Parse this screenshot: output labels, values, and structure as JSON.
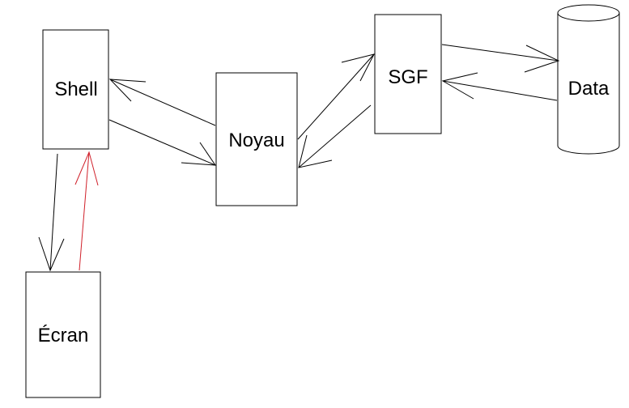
{
  "nodes": {
    "shell": {
      "label": "Shell"
    },
    "noyau": {
      "label": "Noyau"
    },
    "sgf": {
      "label": "SGF"
    },
    "data": {
      "label": "Data"
    },
    "ecran": {
      "label": "Écran"
    }
  },
  "edges": [
    {
      "from": "shell",
      "to": "noyau",
      "color": "#000000"
    },
    {
      "from": "noyau",
      "to": "shell",
      "color": "#000000"
    },
    {
      "from": "noyau",
      "to": "sgf",
      "color": "#000000"
    },
    {
      "from": "sgf",
      "to": "noyau",
      "color": "#000000"
    },
    {
      "from": "sgf",
      "to": "data",
      "color": "#000000"
    },
    {
      "from": "data",
      "to": "sgf",
      "color": "#000000"
    },
    {
      "from": "shell",
      "to": "ecran",
      "color": "#000000"
    },
    {
      "from": "ecran",
      "to": "shell",
      "color": "#d0202a"
    }
  ]
}
